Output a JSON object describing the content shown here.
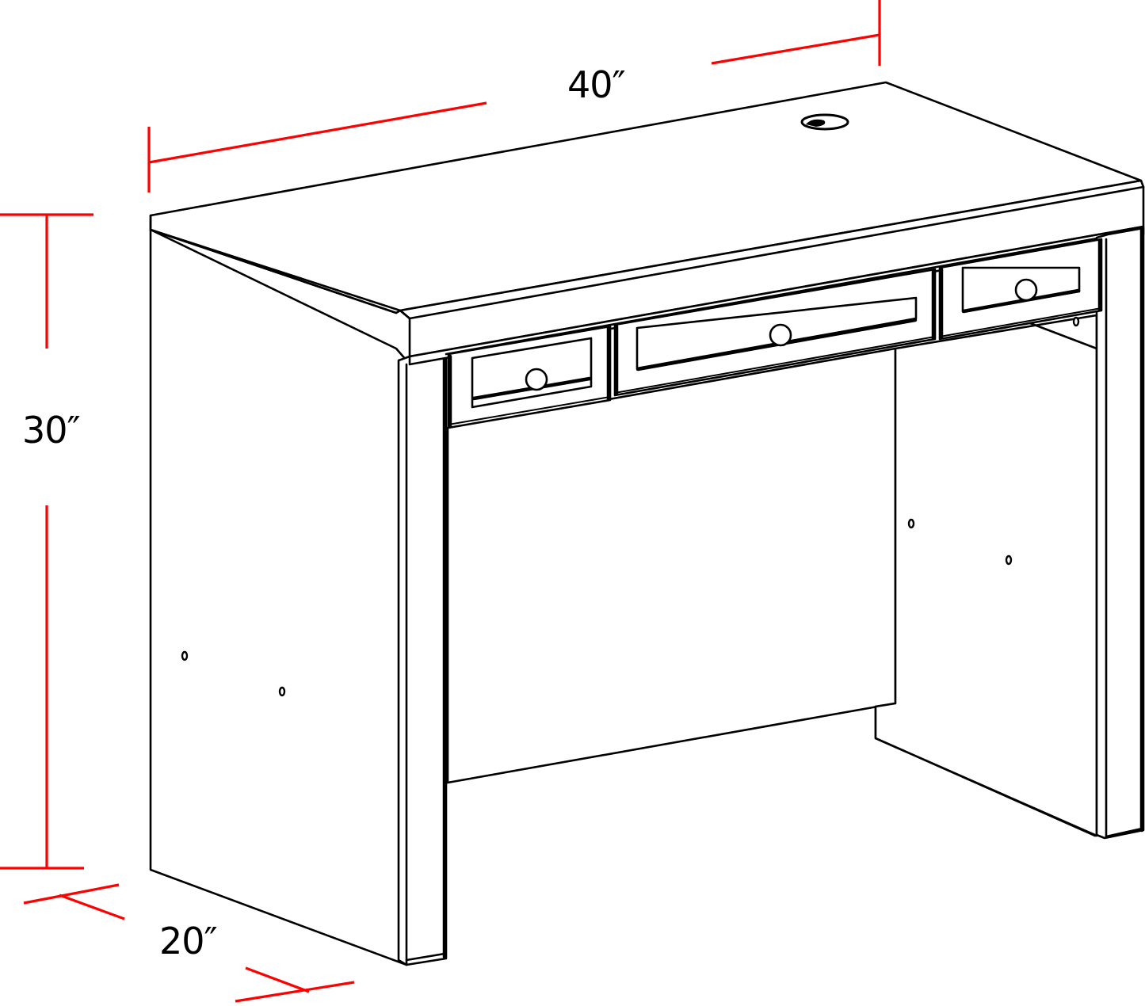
{
  "diagram": {
    "subject": "3-drawer writing desk",
    "line_color": "#000000",
    "dimension_color": "#ff0000",
    "background": "#ffffff"
  },
  "dimensions": {
    "width": {
      "label": "40″",
      "value": 40,
      "unit": "in",
      "axis": "width"
    },
    "height": {
      "label": "30″",
      "value": 30,
      "unit": "in",
      "axis": "height"
    },
    "depth": {
      "label": "20″",
      "value": 20,
      "unit": "in",
      "axis": "depth"
    }
  },
  "features": {
    "drawers": [
      {
        "position": "left",
        "knob": true
      },
      {
        "position": "center",
        "knob": true
      },
      {
        "position": "right",
        "knob": true
      }
    ],
    "grommet": {
      "location": "top-right of desktop"
    },
    "modesty_panel": true,
    "side_panel_holes": 4
  }
}
